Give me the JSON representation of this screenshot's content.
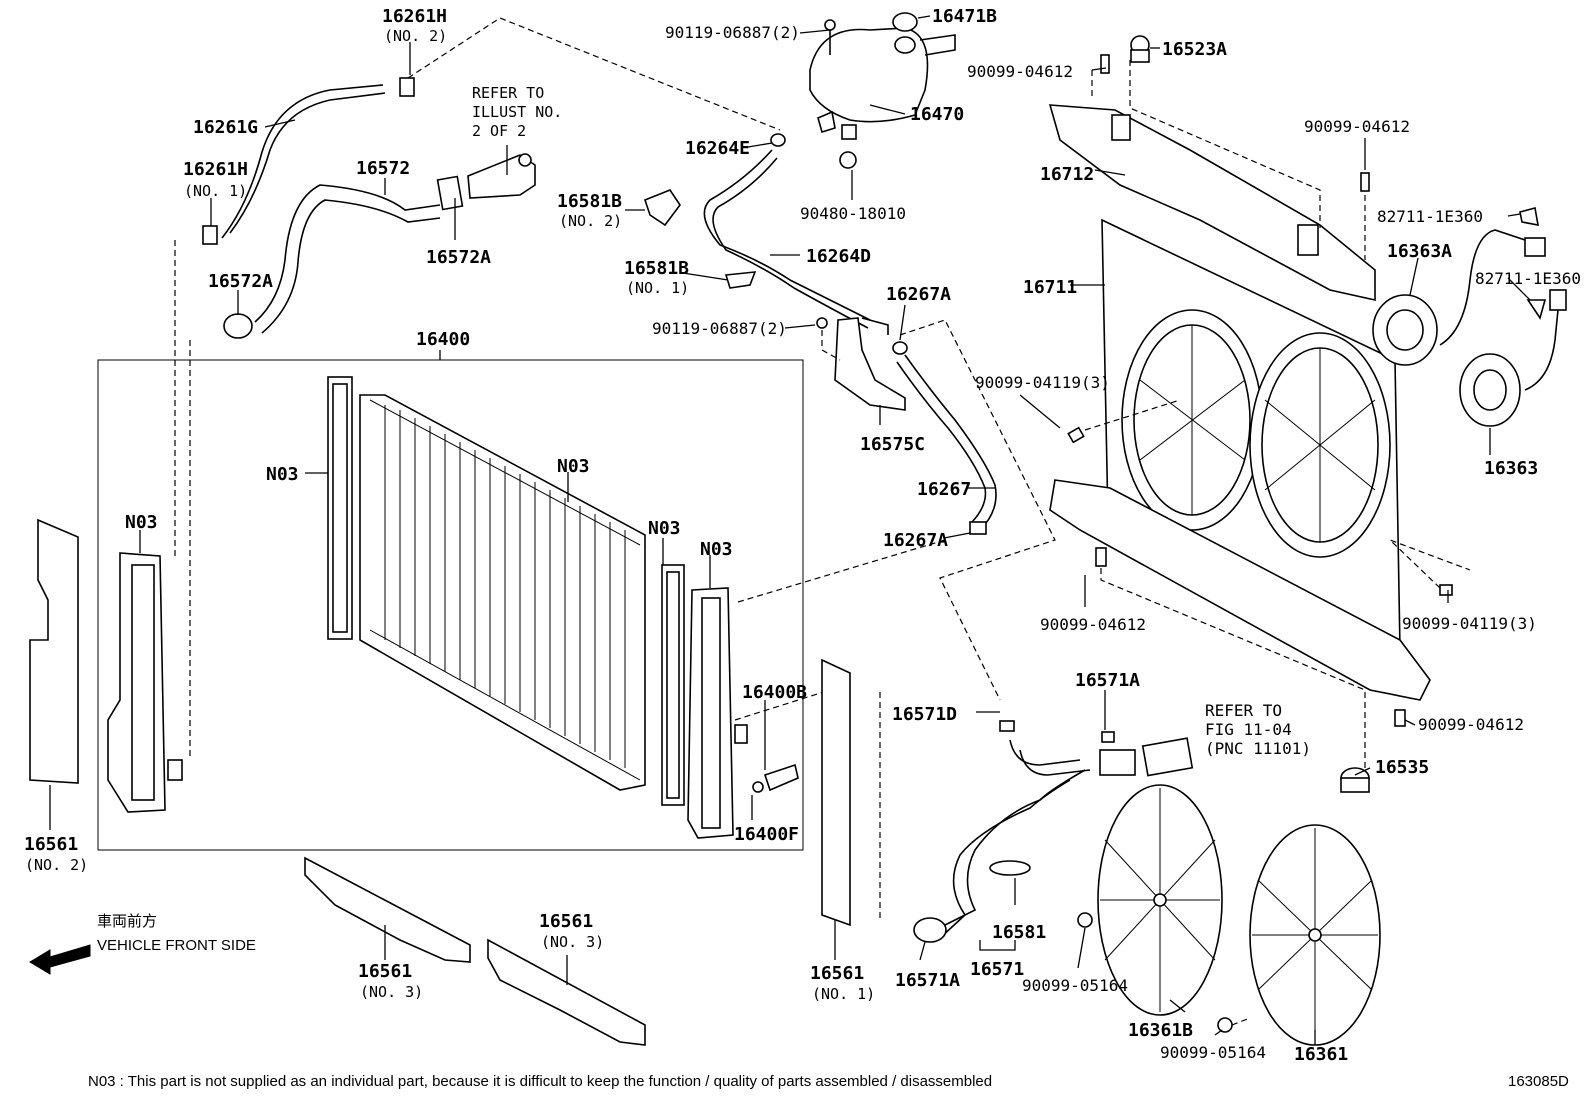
{
  "labels": {
    "p16261H_2": "16261H",
    "p16261H_2_sub": "(NO. 2)",
    "p16261G": "16261G",
    "p16261H_1": "16261H",
    "p16261H_1_sub": "(NO. 1)",
    "p16572": "16572",
    "p16572A_a": "16572A",
    "p16572A_b": "16572A",
    "refer_illust_1": "REFER TO",
    "refer_illust_2": "ILLUST NO.",
    "refer_illust_3": "2 OF 2",
    "p90119_a": "90119-06887(2)",
    "p16471B": "16471B",
    "p16470": "16470",
    "p16264E": "16264E",
    "p90480": "90480-18010",
    "p16581B_2": "16581B",
    "p16581B_2_sub": "(NO. 2)",
    "p16581B_1": "16581B",
    "p16581B_1_sub": "(NO. 1)",
    "p16264D": "16264D",
    "p16267A_a": "16267A",
    "p90119_b": "90119-06887(2)",
    "p16575C": "16575C",
    "p16267": "16267",
    "p16267A_b": "16267A",
    "p16400": "16400",
    "n03_a": "N03",
    "n03_b": "N03",
    "n03_c": "N03",
    "n03_d": "N03",
    "n03_e": "N03",
    "p16400B": "16400B",
    "p16400F": "16400F",
    "p16561_2": "16561",
    "p16561_2_sub": "(NO. 2)",
    "p16561_3a": "16561",
    "p16561_3a_sub": "(NO. 3)",
    "p16561_3b": "16561",
    "p16561_3b_sub": "(NO. 3)",
    "p16561_1": "16561",
    "p16561_1_sub": "(NO. 1)",
    "front_jp": "車両前方",
    "front_en": "VEHICLE FRONT SIDE",
    "p16523A": "16523A",
    "p90099_04612_a": "90099-04612",
    "p90099_04612_b": "90099-04612",
    "p16712": "16712",
    "p82711_a": "82711-1E360",
    "p82711_b": "82711-1E360",
    "p16363A": "16363A",
    "p16711": "16711",
    "p90099_04119_a": "90099-04119(3)",
    "p16363": "16363",
    "p90099_04612_c": "90099-04612",
    "p90099_04119_b": "90099-04119(3)",
    "p16571D": "16571D",
    "p16571A_a": "16571A",
    "refer_fig_1": "REFER TO",
    "refer_fig_2": "FIG 11-04",
    "refer_fig_3": "(PNC 11101)",
    "p90099_04612_d": "90099-04612",
    "p16535": "16535",
    "p16581": "16581",
    "p16571A_b": "16571A",
    "p16571": "16571",
    "p90099_05164_a": "90099-05164",
    "p16361B": "16361B",
    "p90099_05164_b": "90099-05164",
    "p16361": "16361",
    "footnote": "N03 : This part is not supplied as an individual part, because it is difficult to keep the function / quality of parts assembled / disassembled",
    "diagram_id": "163085D"
  }
}
